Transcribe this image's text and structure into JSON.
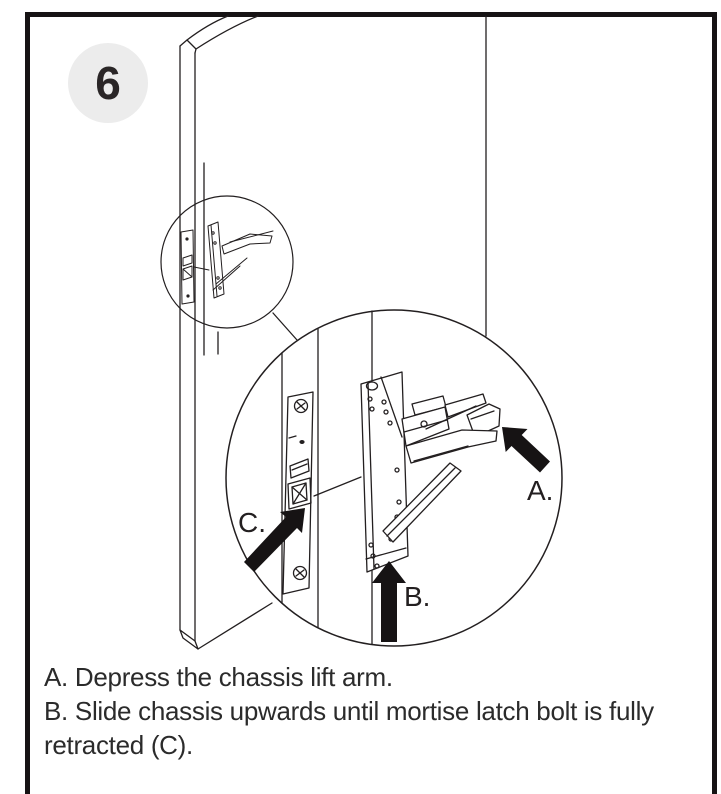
{
  "page": {
    "step_number": "6",
    "instructions": [
      {
        "label": "A.",
        "text": "Depress the chassis lift arm."
      },
      {
        "label": "B.",
        "text": "Slide chassis upwards until mortise latch bolt is fully retracted (C)."
      }
    ]
  },
  "diagram": {
    "callout_labels": {
      "a": "A.",
      "b": "B.",
      "c": "C."
    },
    "colors": {
      "line_art": "#231f20",
      "arrow": "#161314",
      "badge_background": "#ececec",
      "frame_border": "#161314",
      "text": "#2b2b2b"
    }
  }
}
